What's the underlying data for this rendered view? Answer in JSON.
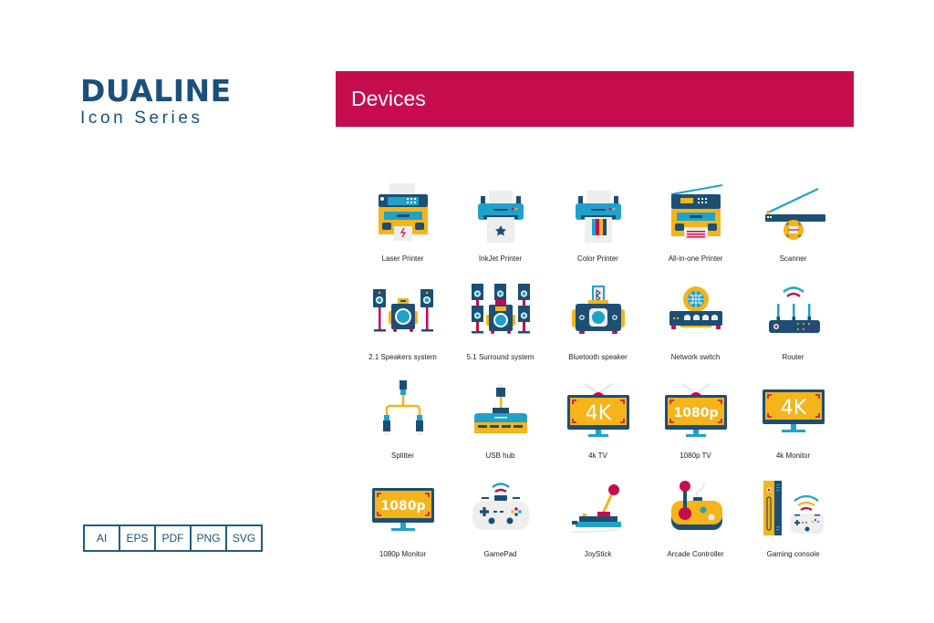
{
  "brand": {
    "title": "DUALINE",
    "subtitle": "Icon Series"
  },
  "banner": {
    "title": "Devices",
    "color": "#c50d4e"
  },
  "formats": [
    "AI",
    "EPS",
    "PDF",
    "PNG",
    "SVG"
  ],
  "palette": {
    "navy": "#1d4f72",
    "teal": "#1fa2c9",
    "yellow": "#f4b41a",
    "crimson": "#c50d4e",
    "paper": "#eeeeee"
  },
  "icons": [
    {
      "label": "Laser Printer",
      "icon": "laser-printer-icon"
    },
    {
      "label": "InkJet Printer",
      "icon": "inkjet-printer-icon"
    },
    {
      "label": "Color Printer",
      "icon": "color-printer-icon"
    },
    {
      "label": "All-in-one Printer",
      "icon": "all-in-one-printer-icon"
    },
    {
      "label": "Scanner",
      "icon": "scanner-icon"
    },
    {
      "label": "2.1 Speakers system",
      "icon": "speakers-2-1-icon"
    },
    {
      "label": "5.1 Surround system",
      "icon": "surround-5-1-icon"
    },
    {
      "label": "Bluetooth speaker",
      "icon": "bluetooth-speaker-icon"
    },
    {
      "label": "Network switch",
      "icon": "network-switch-icon"
    },
    {
      "label": "Router",
      "icon": "router-icon"
    },
    {
      "label": "Splitter",
      "icon": "splitter-icon"
    },
    {
      "label": "USB hub",
      "icon": "usb-hub-icon"
    },
    {
      "label": "4k TV",
      "icon": "tv-4k-icon"
    },
    {
      "label": "1080p TV",
      "icon": "tv-1080p-icon"
    },
    {
      "label": "4k Monitor",
      "icon": "monitor-4k-icon"
    },
    {
      "label": "1080p Monitor",
      "icon": "monitor-1080p-icon"
    },
    {
      "label": "GamePad",
      "icon": "gamepad-icon"
    },
    {
      "label": "JoyStick",
      "icon": "joystick-icon"
    },
    {
      "label": "Arcade Controller",
      "icon": "arcade-controller-icon"
    },
    {
      "label": "Gaming console",
      "icon": "gaming-console-icon"
    }
  ],
  "screen_text": {
    "k4": "4K",
    "p1080": "1080p"
  }
}
